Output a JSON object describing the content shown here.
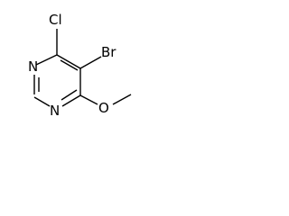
{
  "molecule": {
    "atoms": {
      "cl": "Cl",
      "br": "Br",
      "n_top": "N",
      "n_bottom": "N",
      "o": "O"
    }
  },
  "colors": {
    "bond": "#000000",
    "label": "#000000",
    "background": "#ffffff"
  }
}
